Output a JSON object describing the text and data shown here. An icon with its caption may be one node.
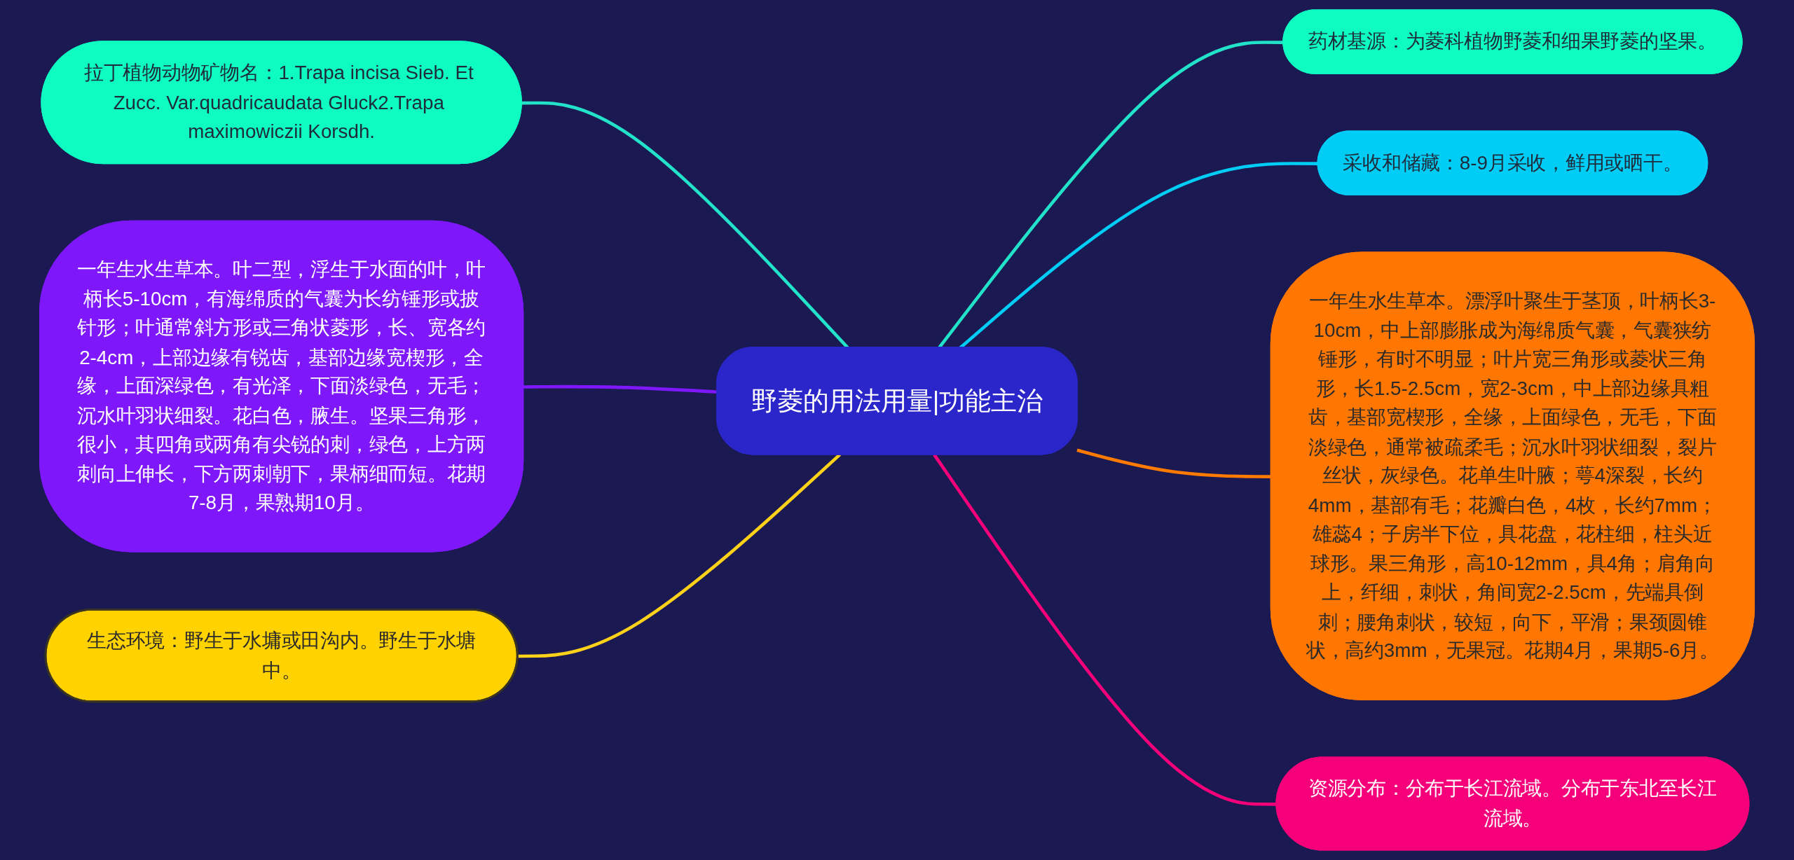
{
  "diagram": {
    "nodes": [
      {
        "text": [
          "野菱的用法用量|功能主治"
        ]
      },
      {
        "text": [
          "拉丁植物动物矿物名：1.Trapa incisa Sieb. Et Zucc. Var.quadricaudata Gluck2.Trapa maximowiczii Korsdh."
        ]
      },
      {
        "text": [
          "一年生水生草本。叶二型，浮生于水面的叶，叶柄长5-10cm，有海绵质的气囊为长纺锤形或披针形；叶通常斜方形或三角状菱形，长、宽各约2-4cm，上部边缘有锐齿，基部边缘宽楔形，全缘，上面深绿色，有光泽，下面淡绿色，无毛；沉水叶羽状细裂。花白色，腋生。坚果三角形，很小，其四角或两角有尖锐的刺，绿色，上方两刺向上伸长，下方两刺朝下，果柄细而短。花期7-8月，果熟期10月。"
        ]
      },
      {
        "text": [
          "生态环境：野生于水墉或田沟内。野生于水塘中。"
        ]
      },
      {
        "text": [
          "药材基源：为菱科植物野菱和细果野菱的坚果。"
        ]
      },
      {
        "text": [
          "采收和储藏：8-9月采收，鲜用或晒干。"
        ]
      },
      {
        "text": [
          "一年生水生草本。漂浮叶聚生于茎顶，叶柄长3-10cm，中上部膨胀成为海绵质气囊，气囊狭纺锤形，有时不明显；叶片宽三角形或菱状三角形，长1.5-2.5cm，宽2-3cm，中上部边缘具粗齿，基部宽楔形，全缘，上面绿色，无毛，下面淡绿色，通常被疏柔毛；沉水叶羽状细裂，裂片丝状，灰绿色。花单生叶腋；萼4深裂，长约4mm，基部有毛；花瓣白色，4枚，长约7mm；雄蕊4；子房半下位，具花盘，花柱细，柱头近球形。果三角形，高10-12mm，具4角；肩角向上，纤细，刺状，角间宽2-2.5cm，先端具倒刺；腰角刺状，较短，向下，平滑；果颈圆锥状，高约3mm，无果冠。花期4月，果期5-6月。"
        ]
      },
      {
        "text": [
          "资源分布：分布于长江流域。分布于东北至长江流域。"
        ]
      }
    ],
    "edges": [
      {
        "from": 1,
        "to": 0,
        "arrow": "none",
        "color": "#22e3c9"
      },
      {
        "from": 2,
        "to": 0,
        "arrow": "none",
        "color": "#7f17fb"
      },
      {
        "from": 3,
        "to": 0,
        "arrow": "none",
        "color": "#ffd21a"
      },
      {
        "from": 0,
        "to": 4,
        "arrow": "none",
        "color": "#22e3c9"
      },
      {
        "from": 0,
        "to": 5,
        "arrow": "none",
        "color": "#00cdf5"
      },
      {
        "from": 0,
        "to": 6,
        "arrow": "none",
        "color": "#ff7a00"
      },
      {
        "from": 0,
        "to": 7,
        "arrow": "none",
        "color": "#f5007a"
      }
    ]
  }
}
